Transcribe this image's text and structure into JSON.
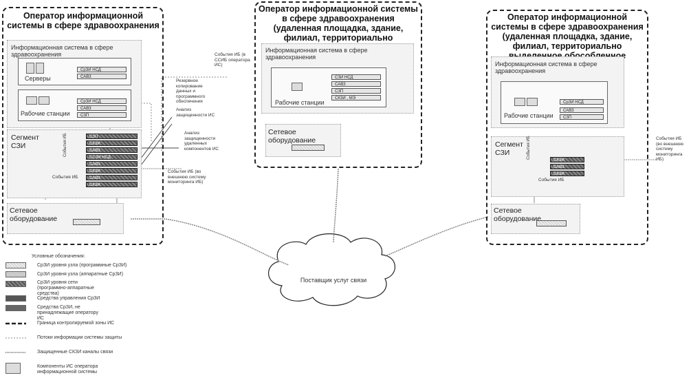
{
  "zones": {
    "left": {
      "title": "Оператор информационной системы в сфере здравоохранения"
    },
    "center": {
      "title": "Оператор информационной системы в сфере здравоохранения (удаленная площадка, здание, филиал, территориально выделенное обособленное подразделение)"
    },
    "right": {
      "title": "Оператор информационной системы в сфере здравоохранения (удаленная площадка, здание, филиал, территориально выделенное обособленное подразделение)"
    }
  },
  "left": {
    "is_title": "Информационная система в сфере здравоохранения",
    "servers": "Серверы",
    "workstations": "Рабочие станции",
    "server_tags": [
      "СрЗИ НСД",
      "САВЗ"
    ],
    "ws_tags": [
      "СрЗИ НСД",
      "САВЗ",
      "СЗП"
    ],
    "segment": "Сегмент СЗИ",
    "segment_tags": [
      "СЗП",
      "СКЗИ",
      "САВЗ",
      "ССЗИ НСД",
      "САВЗ",
      "СКЗИ",
      "САВЗ",
      "СКЗИ"
    ],
    "network": "Сетевое оборудование",
    "events_vert": "События ИБ",
    "events_small": "События ИБ",
    "ann_backup": "Резервное копирование данных и программного обеспечения",
    "ann_analysis": "Анализ защищенности ИС",
    "ann_remote": "Анализ защищенности удаленных компонентов ИС",
    "ann_events": "События ИБ (во внешнюю систему мониторинга ИБ)"
  },
  "center": {
    "events_in": "События ИБ (в ССИБ оператора ИС)",
    "is_title": "Информационная система в сфере здравоохранения",
    "workstations": "Рабочие станции",
    "tags": [
      "СЗИ НСД",
      "САВЗ",
      "СЗП",
      "СКЗИ , МЭ"
    ],
    "network": "Сетевое оборудование"
  },
  "right": {
    "is_title": "Информационная система в сфере здравоохранения",
    "workstations": "Рабочие станции",
    "ws_tags": [
      "СрЗИ НСД",
      "САВЗ",
      "СЗП"
    ],
    "segment": "Сегмент СЗИ",
    "segment_tags": [
      "СКЗИ",
      "САВЗ",
      "СКЗИ"
    ],
    "events_vert": "События ИБ",
    "events_small": "События ИБ",
    "network": "Сетевое оборудование",
    "ann_events": "События ИБ (во внешнюю систему мониторинга ИБ)"
  },
  "cloud": {
    "label": "Поставщик услуг связи"
  },
  "legend": {
    "title": "Условные обозначения:",
    "items": [
      "СрЗИ уровня узла (программные СрЗИ)",
      "СрЗИ уровня узла (аппаратные СрЗИ)",
      "СрЗИ уровня сети (программно-аппаратные средства)",
      "Средства управления СрЗИ",
      "Средства СрЗИ, не принадлежащие оператору ИС",
      "Граница контролируемой зоны ИС",
      "Потоки информации системы защиты",
      "Защищенные СКЗИ каналы связи",
      "Компоненты ИС оператора информационной системы"
    ]
  }
}
